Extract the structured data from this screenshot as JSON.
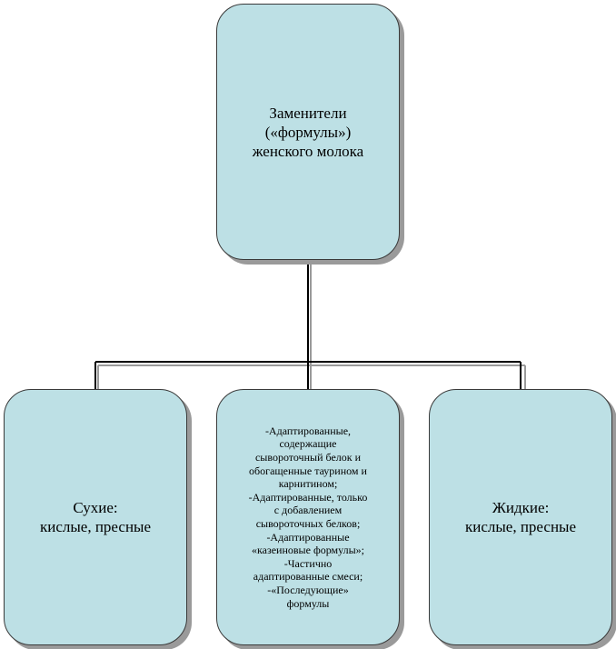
{
  "colors": {
    "node_fill": "#bde0e5",
    "node_border": "#3a3a3a",
    "shadow": "#9a9a9a",
    "connector": "#000000"
  },
  "root": {
    "lines": [
      "Заменители",
      "(«формулы»)",
      "женского молока"
    ]
  },
  "children": {
    "left": {
      "lines": [
        "Сухие:",
        "кислые, пресные"
      ]
    },
    "middle": {
      "lines": [
        "-Адаптированные,",
        "содержащие",
        "сывороточный белок и",
        "обогащенные таурином и",
        "карнитином;",
        "-Адаптированные, только",
        "с добавлением",
        "сывороточных белков;",
        "-Адаптированные",
        "«казеиновые формулы»;",
        "-Частично",
        "адаптированные смеси;",
        "-«Последующие»",
        "формулы"
      ]
    },
    "right": {
      "lines": [
        "Жидкие:",
        "кислые, пресные"
      ]
    }
  }
}
